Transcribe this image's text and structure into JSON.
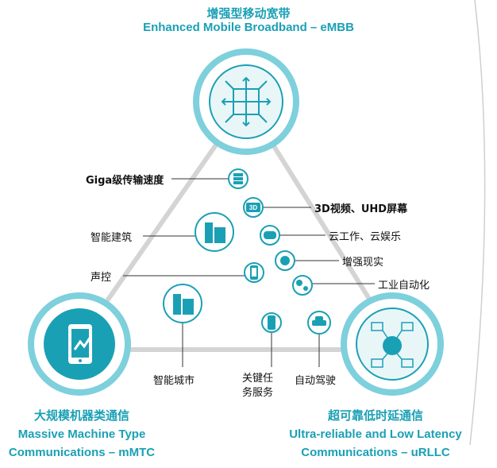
{
  "top": {
    "title_cn": "增强型移动宽带",
    "title_en": "Enhanced Mobile Broadband – eMBB"
  },
  "left": {
    "title_cn": "大规模机器类通信",
    "title_en_1": "Massive Machine Type",
    "title_en_2": "Communications – mMTC"
  },
  "right": {
    "title_cn": "超可靠低时延通信",
    "title_en_1": "Ultra-reliable and Low Latency",
    "title_en_2": "Communications – uRLLC"
  },
  "labels": {
    "giga": "Giga级传输速度",
    "video": "3D视频、UHD屏幕",
    "building": "智能建筑",
    "cloud": "云工作、云娱乐",
    "voice": "声控",
    "ar": "增强现实",
    "industry": "工业自动化",
    "city": "智能城市",
    "mission_1": "关键任",
    "mission_2": "务服务",
    "driving": "自动驾驶"
  },
  "icon_text": {
    "three_d": "3D"
  },
  "colors": {
    "accent": "#1aa0b5",
    "ring": "#7dd0dc",
    "triangle": "#d4d4d4"
  }
}
